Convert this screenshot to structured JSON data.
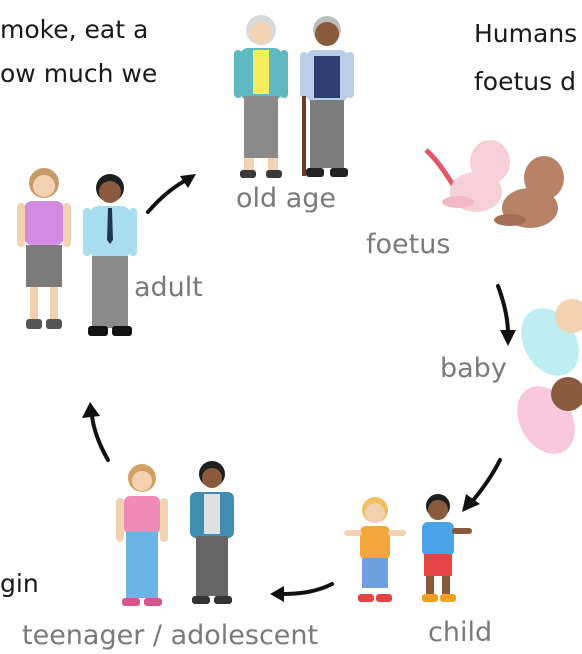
{
  "text_fragments": {
    "top_left_line1": "moke, eat a",
    "top_left_line2": "ow much we",
    "top_right_line1": "Humans",
    "top_right_line2": "foetus d",
    "bottom_left": "gin"
  },
  "stages": {
    "old_age": "old age",
    "foetus": "foetus",
    "baby": "baby",
    "child": "child",
    "teenager": "teenager / adolescent",
    "adult": "adult"
  },
  "colors": {
    "label": "#7a7a7a",
    "arrow": "#111111"
  }
}
